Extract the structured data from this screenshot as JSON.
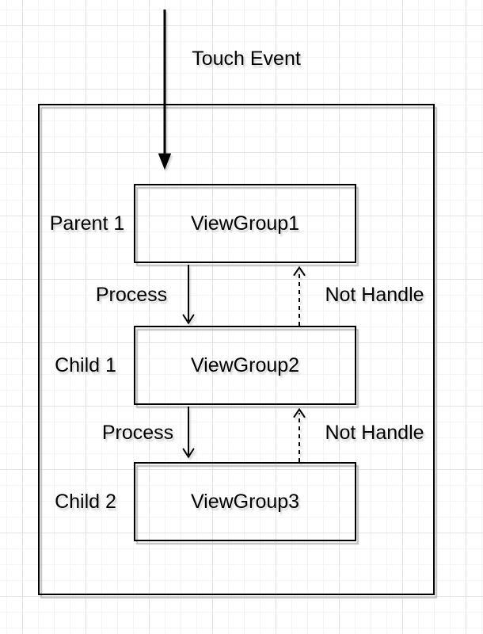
{
  "diagram": {
    "title_label": "Touch Event",
    "rows": [
      {
        "side_label": "Parent 1",
        "box_label": "ViewGroup1"
      },
      {
        "side_label": "Child 1",
        "box_label": "ViewGroup2"
      },
      {
        "side_label": "Child 2",
        "box_label": "ViewGroup3"
      }
    ],
    "edges": [
      {
        "label": "Process",
        "type": "solid-down-arrow"
      },
      {
        "label": "Not Handle",
        "type": "dashed-up-arrow"
      },
      {
        "label": "Process",
        "type": "solid-down-arrow"
      },
      {
        "label": "Not Handle",
        "type": "dashed-up-arrow"
      }
    ],
    "colors": {
      "background": "#ffffff",
      "grid_minor": "#f4f4f4",
      "grid_major": "#e2e2e2",
      "stroke": "#000000",
      "shadow": "#b9b9b9",
      "text": "#000000"
    }
  }
}
